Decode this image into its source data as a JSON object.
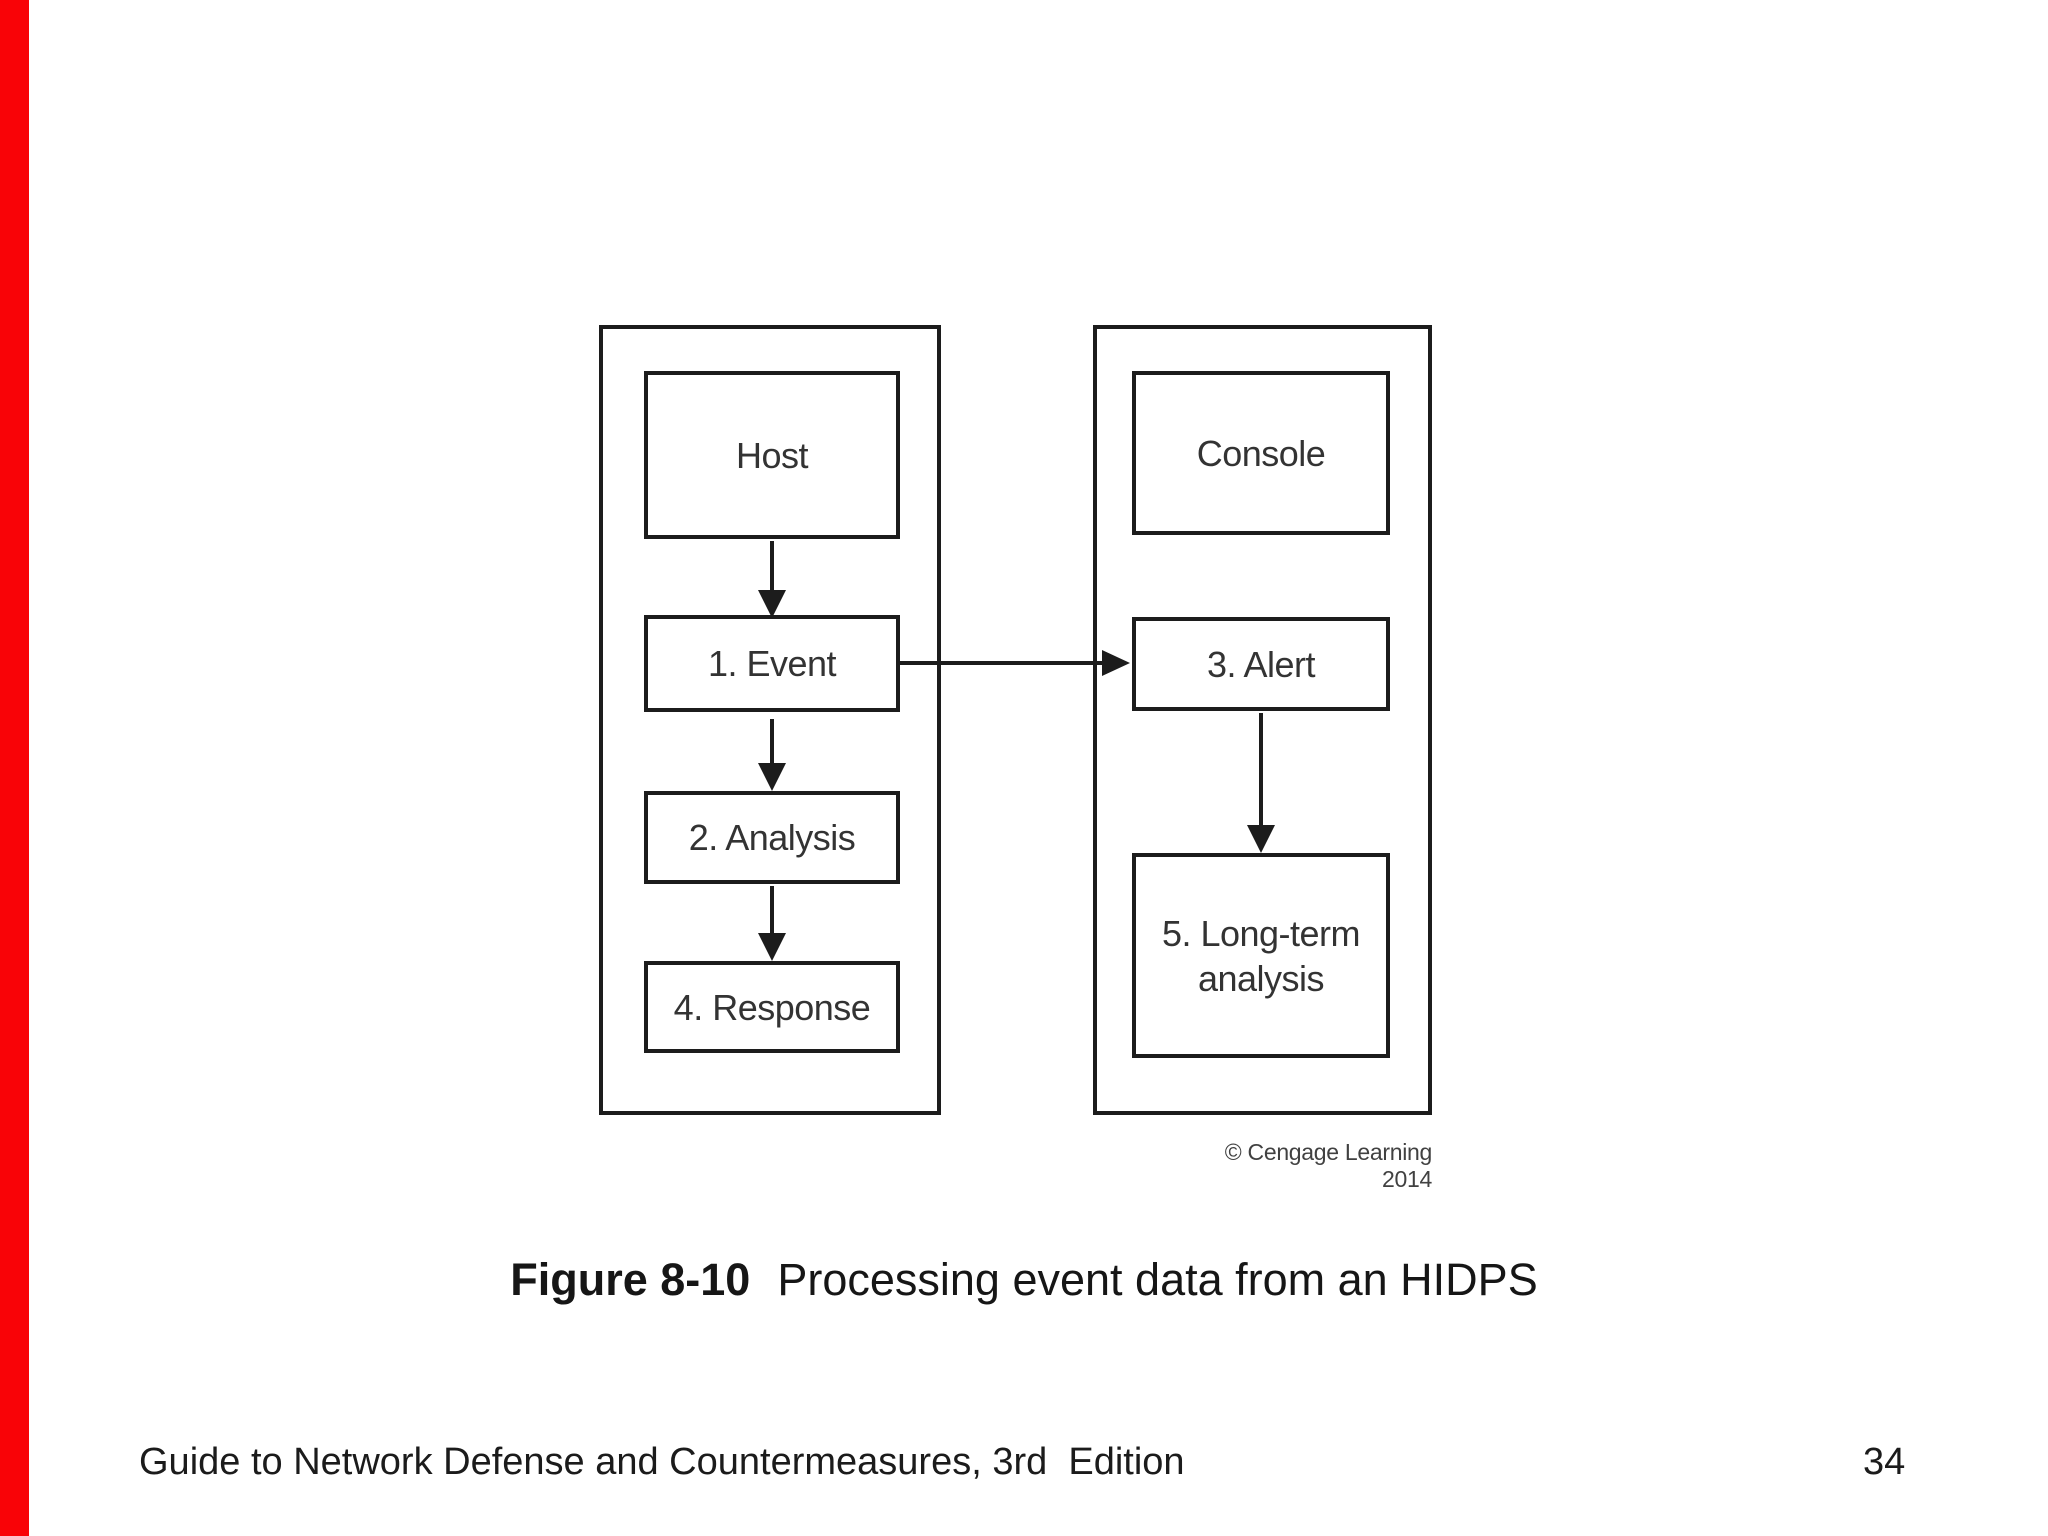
{
  "page": {
    "background": "#ffffff",
    "accent_bar_color": "#f90307"
  },
  "diagram": {
    "border_color": "#1c1c1c",
    "left_column": {
      "nodes": [
        {
          "label": "Host"
        },
        {
          "label": "1. Event"
        },
        {
          "label": "2. Analysis"
        },
        {
          "label": "4. Response"
        }
      ]
    },
    "right_column": {
      "nodes": [
        {
          "label": "Console"
        },
        {
          "label": "3. Alert"
        },
        {
          "label": "5. Long-term analysis",
          "lines": [
            "5. Long-term",
            "analysis"
          ]
        }
      ]
    },
    "connections": [
      {
        "from": "Host",
        "to": "1. Event"
      },
      {
        "from": "1. Event",
        "to": "2. Analysis"
      },
      {
        "from": "2. Analysis",
        "to": "4. Response"
      },
      {
        "from": "1. Event",
        "to": "3. Alert"
      },
      {
        "from": "3. Alert",
        "to": "5. Long-term analysis"
      }
    ],
    "copyright": "© Cengage Learning 2014"
  },
  "caption": {
    "label": "Figure 8-10",
    "text": "Processing event data from an HIDPS"
  },
  "footer": {
    "text": "Guide to Network Defense and Countermeasures, 3rd  Edition",
    "page_number": "34"
  }
}
